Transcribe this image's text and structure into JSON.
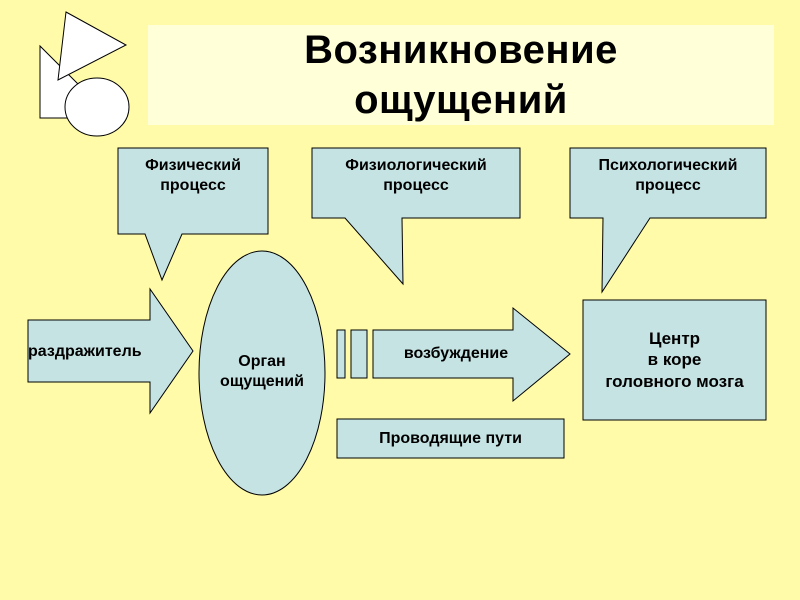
{
  "title": "Возникновение\nощущений",
  "callouts": {
    "physical": "Физический\nпроцесс",
    "physiological": "Физиологический\nпроцесс",
    "psychological": "Психологический\nпроцесс"
  },
  "stimulus": "раздражитель",
  "organ": "Орган\nощущений",
  "excitation": "возбуждение",
  "center": "Центр\nв коре\nголовного мозга",
  "pathways": "Проводящие пути",
  "colors": {
    "background": "#FFFBA8",
    "shape_fill": "#C6E3E3",
    "title_box": "#FFFFD8",
    "outline": "#000000"
  }
}
